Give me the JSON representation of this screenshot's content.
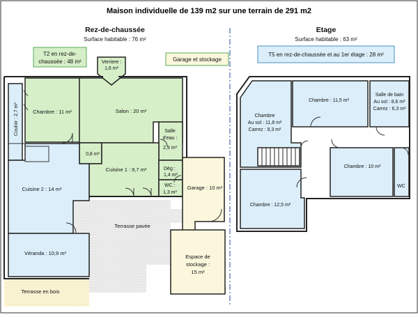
{
  "title": "Maison individuelle de 139 m2 sur une terrain de 291 m2",
  "left": {
    "heading": "Rez-de-chaussée",
    "surface": "Surface habitable : 76 m²",
    "t2_box": [
      "T2  en rez-de-",
      "chaussée : 48 m²"
    ],
    "garage_box": "Garage et stockage",
    "rooms": {
      "verriere": [
        "Verriere :",
        "1,6 m²"
      ],
      "couloir": "Couloir : 2,7 m²",
      "chambre": "Chambre : 11 m²",
      "salon": "Salon : 20 m²",
      "salle_eau": [
        "Salle",
        "d'eau :",
        "2,9 m²"
      ],
      "sdb_small": "0,8 m²",
      "cuisine1": "Cuisine  1 : 9,7 m²",
      "deg": [
        "Dég :",
        "1,4 m²"
      ],
      "wc": [
        "WC :",
        "1,3 m²"
      ],
      "cuisine2": "Cuisine 2 : 14 m²",
      "garage": "Garage : 10 m²",
      "terrasse_pavee": "Terrasse pavée",
      "veranda": "Véranda : 10,9 m²",
      "stockage": [
        "Espace de",
        "stockage :",
        "15 m²"
      ],
      "terrasse_bois": "Terrasse en bois"
    }
  },
  "right": {
    "heading": "Etage",
    "surface": "Surface habitable : 63 m²",
    "t5_box": "T5 en rez-de-chaussée et au 1er étage : 28 m²",
    "rooms": {
      "chambre_a": [
        "Chambre",
        "Au sol : 11,8 m²",
        "Carrez : 9,3 m²"
      ],
      "chambre_b": "Chambre : 11,5 m²",
      "sdb": [
        "Salle de bain",
        "Au sol : 8,6 m²",
        "Carrez : 6,3 m²"
      ],
      "chambre_c": "Chambre : 10 m²",
      "wc": "WC",
      "chambre_d": "Chambre : 12,5 m²"
    }
  },
  "colors": {
    "green": "#d6efc8",
    "blue": "#dbeefa",
    "yellow": "#fbf7dc",
    "terrace": "#e9e9e9",
    "t2_border": "#5aa85a",
    "t5_border": "#4a8fbf",
    "divider": "#4a6fb0"
  }
}
